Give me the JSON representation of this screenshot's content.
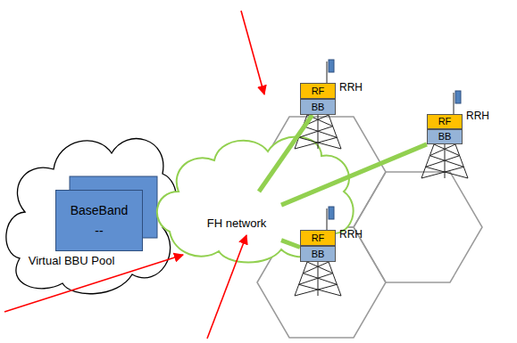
{
  "diagram": {
    "nodes": [
      {
        "text": [
          "Virtual BBU Pool"
        ]
      },
      {
        "text": [
          "BaseBand",
          "--"
        ],
        "in": 0
      },
      {
        "text": [
          "FH network"
        ]
      },
      {
        "text": [
          "RF"
        ]
      },
      {
        "text": [
          "BB"
        ]
      },
      {
        "text": [
          "RF"
        ]
      },
      {
        "text": [
          "BB"
        ]
      },
      {
        "text": [
          "RF"
        ]
      },
      {
        "text": [
          "BB"
        ]
      }
    ],
    "edges": [
      {
        "from": 2,
        "to": 4,
        "arrow": "none"
      },
      {
        "from": 2,
        "to": 6,
        "arrow": "none"
      },
      {
        "from": 2,
        "to": 8,
        "arrow": "none"
      }
    ],
    "labels": [
      "RRH",
      "RRH",
      "RRH"
    ]
  }
}
